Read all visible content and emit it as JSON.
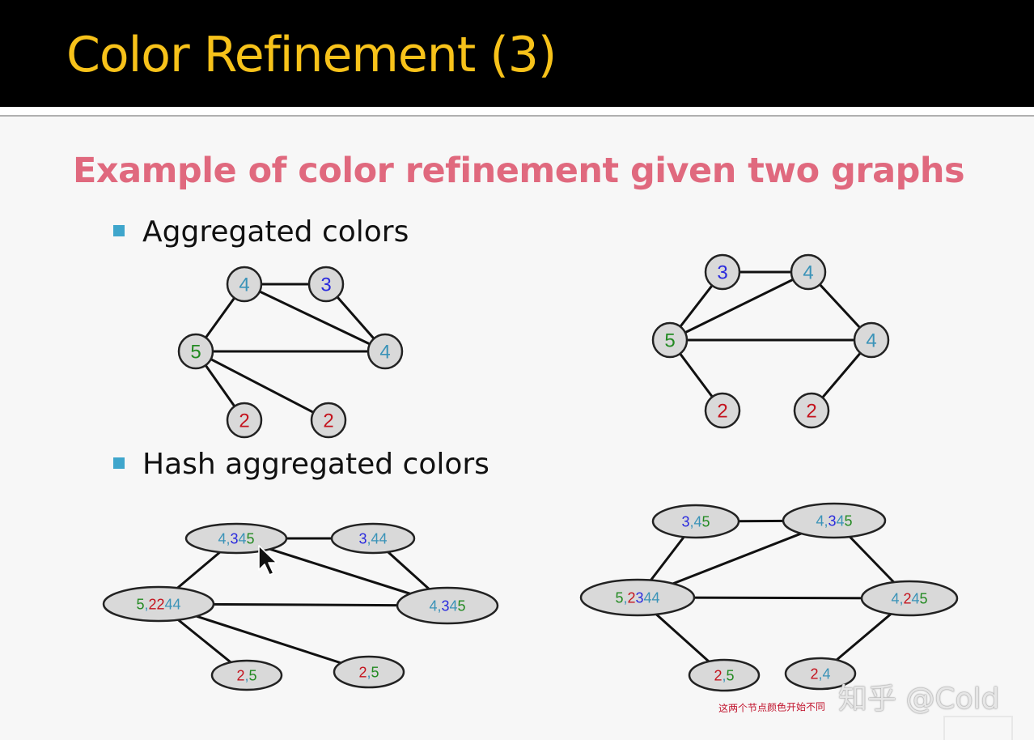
{
  "slide": {
    "title": "Color Refinement (3)",
    "subtitle": "Example of color refinement given two graphs",
    "bullets": [
      "Aggregated colors",
      "Hash aggregated colors"
    ]
  },
  "palette": {
    "c2": "#c4141e",
    "c3": "#2a2add",
    "c4": "#3a93b8",
    "c5": "#238a22",
    "node_fill": "#d9d9d9",
    "edge": "#111111"
  },
  "aggregated": {
    "left": {
      "nodes": [
        {
          "id": "a",
          "parts": [
            {
              "t": "4",
              "c": "c4"
            }
          ]
        },
        {
          "id": "b",
          "parts": [
            {
              "t": "3",
              "c": "c3"
            }
          ]
        },
        {
          "id": "c",
          "parts": [
            {
              "t": "5",
              "c": "c5"
            }
          ]
        },
        {
          "id": "d",
          "parts": [
            {
              "t": "4",
              "c": "c4"
            }
          ]
        },
        {
          "id": "e",
          "parts": [
            {
              "t": "2",
              "c": "c2"
            }
          ]
        },
        {
          "id": "f",
          "parts": [
            {
              "t": "2",
              "c": "c2"
            }
          ]
        }
      ],
      "edges": [
        [
          "a",
          "b"
        ],
        [
          "a",
          "c"
        ],
        [
          "a",
          "d"
        ],
        [
          "b",
          "d"
        ],
        [
          "c",
          "d"
        ],
        [
          "c",
          "e"
        ],
        [
          "c",
          "f"
        ]
      ]
    },
    "right": {
      "nodes": [
        {
          "id": "a",
          "parts": [
            {
              "t": "3",
              "c": "c3"
            }
          ]
        },
        {
          "id": "b",
          "parts": [
            {
              "t": "4",
              "c": "c4"
            }
          ]
        },
        {
          "id": "c",
          "parts": [
            {
              "t": "5",
              "c": "c5"
            }
          ]
        },
        {
          "id": "d",
          "parts": [
            {
              "t": "4",
              "c": "c4"
            }
          ]
        },
        {
          "id": "e",
          "parts": [
            {
              "t": "2",
              "c": "c2"
            }
          ]
        },
        {
          "id": "f",
          "parts": [
            {
              "t": "2",
              "c": "c2"
            }
          ]
        }
      ],
      "edges": [
        [
          "a",
          "b"
        ],
        [
          "a",
          "c"
        ],
        [
          "b",
          "c"
        ],
        [
          "b",
          "d"
        ],
        [
          "c",
          "d"
        ],
        [
          "c",
          "e"
        ],
        [
          "d",
          "f"
        ]
      ]
    }
  },
  "hashed": {
    "left": {
      "nodes": [
        {
          "id": "a",
          "parts": [
            {
              "t": "4",
              "c": "c4"
            },
            {
              "t": ",",
              "c": "c4"
            },
            {
              "t": "3",
              "c": "c3"
            },
            {
              "t": "4",
              "c": "c4"
            },
            {
              "t": "5",
              "c": "c5"
            }
          ]
        },
        {
          "id": "b",
          "parts": [
            {
              "t": "3",
              "c": "c3"
            },
            {
              "t": ",",
              "c": "c4"
            },
            {
              "t": "44",
              "c": "c4"
            }
          ]
        },
        {
          "id": "c",
          "parts": [
            {
              "t": "5",
              "c": "c5"
            },
            {
              "t": ",",
              "c": "c4"
            },
            {
              "t": "22",
              "c": "c2"
            },
            {
              "t": "44",
              "c": "c4"
            }
          ]
        },
        {
          "id": "d",
          "parts": [
            {
              "t": "4",
              "c": "c4"
            },
            {
              "t": ",",
              "c": "c4"
            },
            {
              "t": "3",
              "c": "c3"
            },
            {
              "t": "4",
              "c": "c4"
            },
            {
              "t": "5",
              "c": "c5"
            }
          ]
        },
        {
          "id": "e",
          "parts": [
            {
              "t": "2",
              "c": "c2"
            },
            {
              "t": ",",
              "c": "c4"
            },
            {
              "t": "5",
              "c": "c5"
            }
          ]
        },
        {
          "id": "f",
          "parts": [
            {
              "t": "2",
              "c": "c2"
            },
            {
              "t": ",",
              "c": "c4"
            },
            {
              "t": "5",
              "c": "c5"
            }
          ]
        }
      ],
      "edges": [
        [
          "a",
          "b"
        ],
        [
          "a",
          "c"
        ],
        [
          "a",
          "d"
        ],
        [
          "b",
          "d"
        ],
        [
          "c",
          "d"
        ],
        [
          "c",
          "e"
        ],
        [
          "c",
          "f"
        ]
      ]
    },
    "right": {
      "nodes": [
        {
          "id": "a",
          "parts": [
            {
              "t": "3",
              "c": "c3"
            },
            {
              "t": ",",
              "c": "c4"
            },
            {
              "t": "4",
              "c": "c4"
            },
            {
              "t": "5",
              "c": "c5"
            }
          ]
        },
        {
          "id": "b",
          "parts": [
            {
              "t": "4",
              "c": "c4"
            },
            {
              "t": ",",
              "c": "c4"
            },
            {
              "t": "3",
              "c": "c3"
            },
            {
              "t": "4",
              "c": "c4"
            },
            {
              "t": "5",
              "c": "c5"
            }
          ]
        },
        {
          "id": "c",
          "parts": [
            {
              "t": "5",
              "c": "c5"
            },
            {
              "t": ",",
              "c": "c4"
            },
            {
              "t": "2",
              "c": "c2"
            },
            {
              "t": "3",
              "c": "c3"
            },
            {
              "t": "44",
              "c": "c4"
            }
          ]
        },
        {
          "id": "d",
          "parts": [
            {
              "t": "4",
              "c": "c4"
            },
            {
              "t": ",",
              "c": "c4"
            },
            {
              "t": "2",
              "c": "c2"
            },
            {
              "t": "4",
              "c": "c4"
            },
            {
              "t": "5",
              "c": "c5"
            }
          ]
        },
        {
          "id": "e",
          "parts": [
            {
              "t": "2",
              "c": "c2"
            },
            {
              "t": ",",
              "c": "c4"
            },
            {
              "t": "5",
              "c": "c5"
            }
          ]
        },
        {
          "id": "f",
          "parts": [
            {
              "t": "2",
              "c": "c2"
            },
            {
              "t": ",",
              "c": "c4"
            },
            {
              "t": "4",
              "c": "c4"
            }
          ]
        }
      ],
      "edges": [
        [
          "a",
          "b"
        ],
        [
          "a",
          "c"
        ],
        [
          "b",
          "c"
        ],
        [
          "b",
          "d"
        ],
        [
          "c",
          "d"
        ],
        [
          "c",
          "e"
        ],
        [
          "d",
          "f"
        ]
      ]
    }
  },
  "annotation": "这两个节点颜色开始不同",
  "watermark": "知乎 @Cold",
  "cursor_icon": "arrow-cursor-icon"
}
